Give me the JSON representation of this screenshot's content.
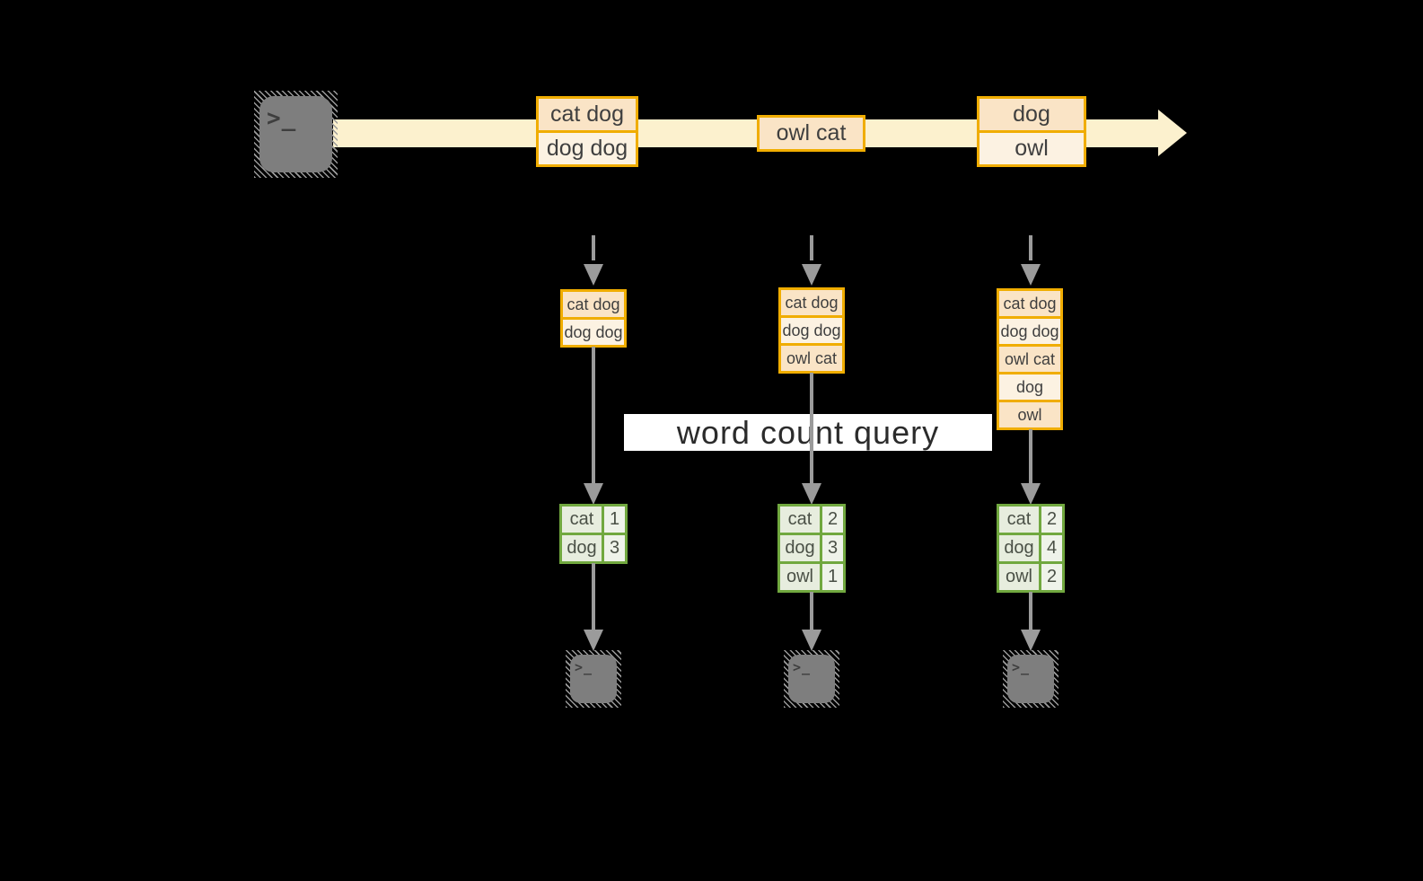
{
  "query_label": "word count query",
  "terminal_prompt": ">_",
  "stream_batches": [
    {
      "lines": [
        "cat dog",
        "dog dog"
      ]
    },
    {
      "lines": [
        "owl cat"
      ]
    },
    {
      "lines": [
        "dog",
        "owl"
      ]
    }
  ],
  "micro_batches": [
    {
      "lines": [
        "cat dog",
        "dog dog"
      ]
    },
    {
      "lines": [
        "cat dog",
        "dog dog",
        "owl cat"
      ]
    },
    {
      "lines": [
        "cat dog",
        "dog dog",
        "owl cat",
        "dog",
        "owl"
      ]
    }
  ],
  "result_tables": [
    {
      "rows": [
        {
          "word": "cat",
          "count": "1"
        },
        {
          "word": "dog",
          "count": "3"
        }
      ]
    },
    {
      "rows": [
        {
          "word": "cat",
          "count": "2"
        },
        {
          "word": "dog",
          "count": "3"
        },
        {
          "word": "owl",
          "count": "1"
        }
      ]
    },
    {
      "rows": [
        {
          "word": "cat",
          "count": "2"
        },
        {
          "word": "dog",
          "count": "4"
        },
        {
          "word": "owl",
          "count": "2"
        }
      ]
    }
  ],
  "colors": {
    "background": "#000000",
    "stream_band": "#FCF1CE",
    "event_border": "#F0AD00",
    "event_fill_dark": "#FAE4C6",
    "event_fill_light": "#FCF2E2",
    "result_border": "#71A83F",
    "result_fill": "#E7EDDE",
    "result_fill_light": "#EFF3EA",
    "arrow_gray": "#9B9B9B",
    "terminal_gray": "#7E7E7E",
    "text_dark": "#3F3F3F"
  }
}
